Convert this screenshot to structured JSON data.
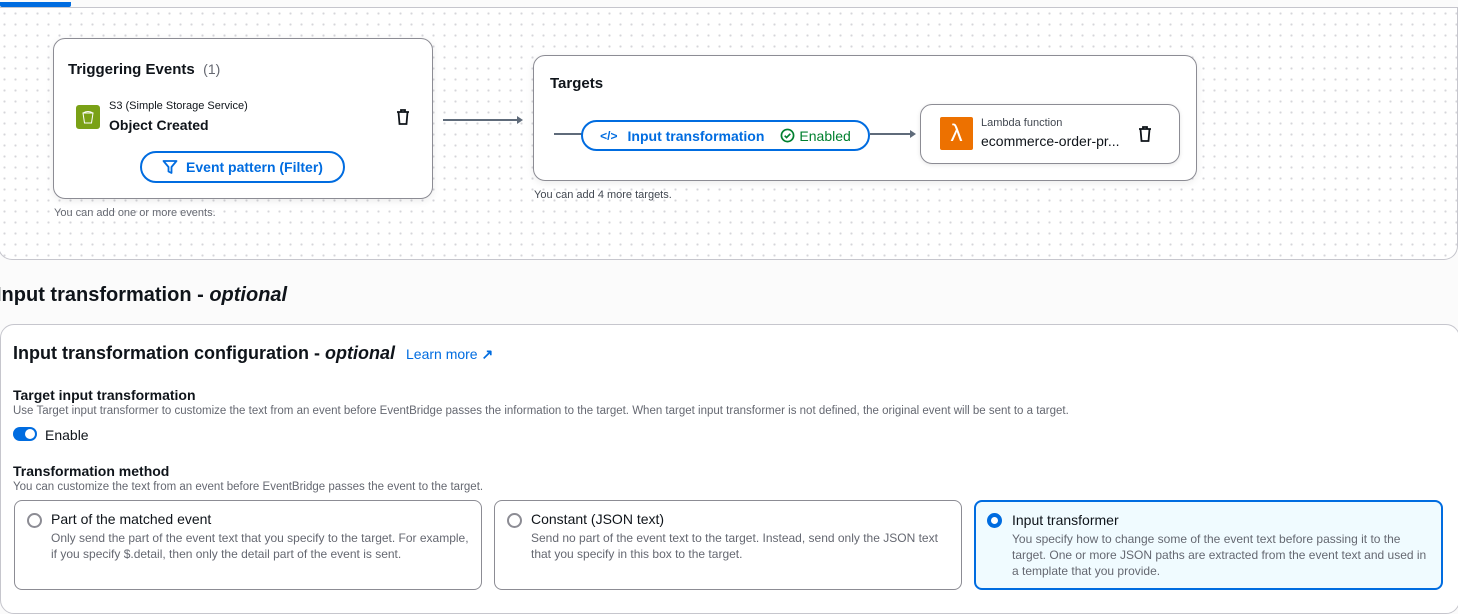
{
  "triggering": {
    "title": "Triggering Events",
    "count": "(1)",
    "source": "S3 (Simple Storage Service)",
    "event": "Object Created",
    "filter_button": "Event pattern (Filter)",
    "hint": "You can add one or more events."
  },
  "targets": {
    "title": "Targets",
    "transform_pill": "Input transformation",
    "transform_status": "Enabled",
    "target_type": "Lambda function",
    "target_name": "ecommerce-order-pr...",
    "hint": "You can add 4 more targets."
  },
  "section": {
    "title": "Input transformation - ",
    "title_italic": "optional"
  },
  "config": {
    "title": "Input transformation configuration - ",
    "title_italic": "optional",
    "learn_more": "Learn more",
    "target_input": {
      "label": "Target input transformation",
      "desc": "Use Target input transformer to customize the text from an event before EventBridge passes the information to the target. When target input transformer is not defined, the original event will be sent to a target.",
      "toggle_label": "Enable",
      "enabled": true
    },
    "method": {
      "label": "Transformation method",
      "desc": "You can customize the text from an event before EventBridge passes the event to the target.",
      "options": [
        {
          "title": "Part of the matched event",
          "desc": "Only send the part of the event text that you specify to the target. For example, if you specify $.detail, then only the detail part of the event is sent.",
          "selected": false
        },
        {
          "title": "Constant (JSON text)",
          "desc": "Send no part of the event text to the target. Instead, send only the JSON text that you specify in this box to the target.",
          "selected": false
        },
        {
          "title": "Input transformer",
          "desc": "You specify how to change some of the event text before passing it to the target. One or more JSON paths are extracted from the event text and used in a template that you provide.",
          "selected": true
        }
      ]
    }
  },
  "colors": {
    "accent": "#006ce0",
    "success": "#00802f",
    "s3": "#7aa116",
    "lambda": "#ed7100"
  }
}
